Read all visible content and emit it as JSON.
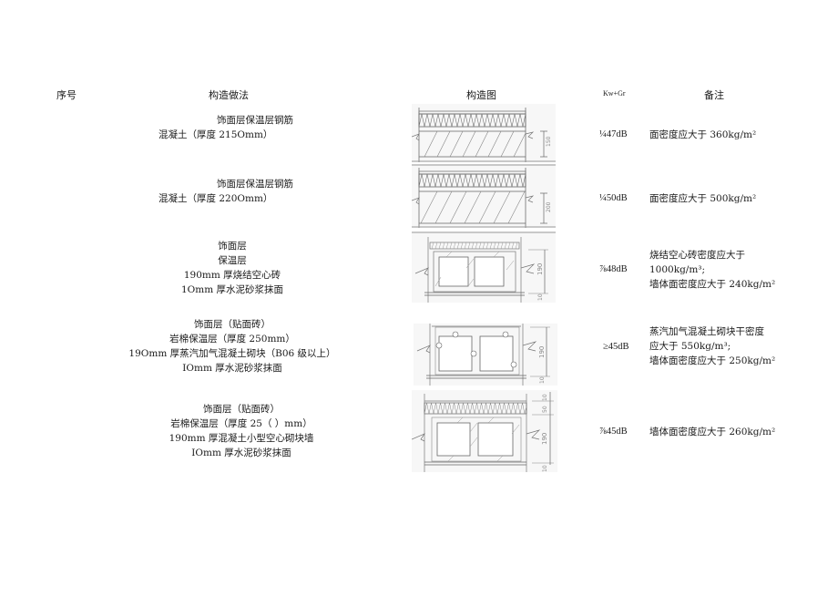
{
  "table": {
    "headers": {
      "index": "序号",
      "method": "构造做法",
      "diagram": "构造图",
      "rating": "Kw+Gr",
      "remarks": "备注"
    },
    "rows": [
      {
        "method_lines": [
          "饰面层保温层钢筋",
          "混凝土（厚度 215Omm）"
        ],
        "rating": "¼47dB",
        "remarks_lines": [
          "面密度应大于 360kg/m²"
        ],
        "diagram": {
          "type": "concrete",
          "dims": [
            "150"
          ]
        }
      },
      {
        "method_lines": [
          "饰面层保温层钢筋",
          "混凝土（厚度 220Omm）"
        ],
        "rating": "¼50dB",
        "remarks_lines": [
          "面密度应大于 500kg/m²"
        ],
        "diagram": {
          "type": "concrete",
          "dims": [
            "200"
          ]
        }
      },
      {
        "method_lines": [
          "饰面层",
          "保温层",
          "190mm 厚烧结空心砖",
          "1Omm 厚水泥砂浆抹面"
        ],
        "rating": "⅞48dB",
        "remarks_lines": [
          "烧结空心砖密度应大于",
          "1000kg/m³;",
          "墙体面密度应大于 240kg/m²"
        ],
        "diagram": {
          "type": "hollow-brick",
          "dims": [
            "190",
            "10"
          ]
        }
      },
      {
        "method_lines": [
          "饰面层（贴面砖）",
          "岩棉保温层（厚度 250mm）",
          "19Omm 厚蒸汽加气混凝土砌块（B06 级以上）",
          "IOmm 厚水泥砂浆抹面"
        ],
        "rating": "≥45dB",
        "remarks_lines": [
          "蒸汽加气混凝土砌块干密度",
          "应大于 550kg/m³;",
          "墙体面密度应大于 250kg/m²"
        ],
        "diagram": {
          "type": "aerated-block",
          "dims": [
            "190",
            "10"
          ]
        }
      },
      {
        "method_lines": [
          "饰面层（贴面砖）",
          "岩棉保温层（厚度 25（ ）mm）",
          "190mm 厚混凝土小型空心砌块墙",
          "IOmm 厚水泥砂浆抹面"
        ],
        "rating": "⅞45dB",
        "remarks_lines": [
          "墙体面密度应大于 260kg/m²"
        ],
        "diagram": {
          "type": "small-hollow-block",
          "dims": [
            "10",
            "50",
            "190",
            "10"
          ]
        }
      }
    ]
  }
}
